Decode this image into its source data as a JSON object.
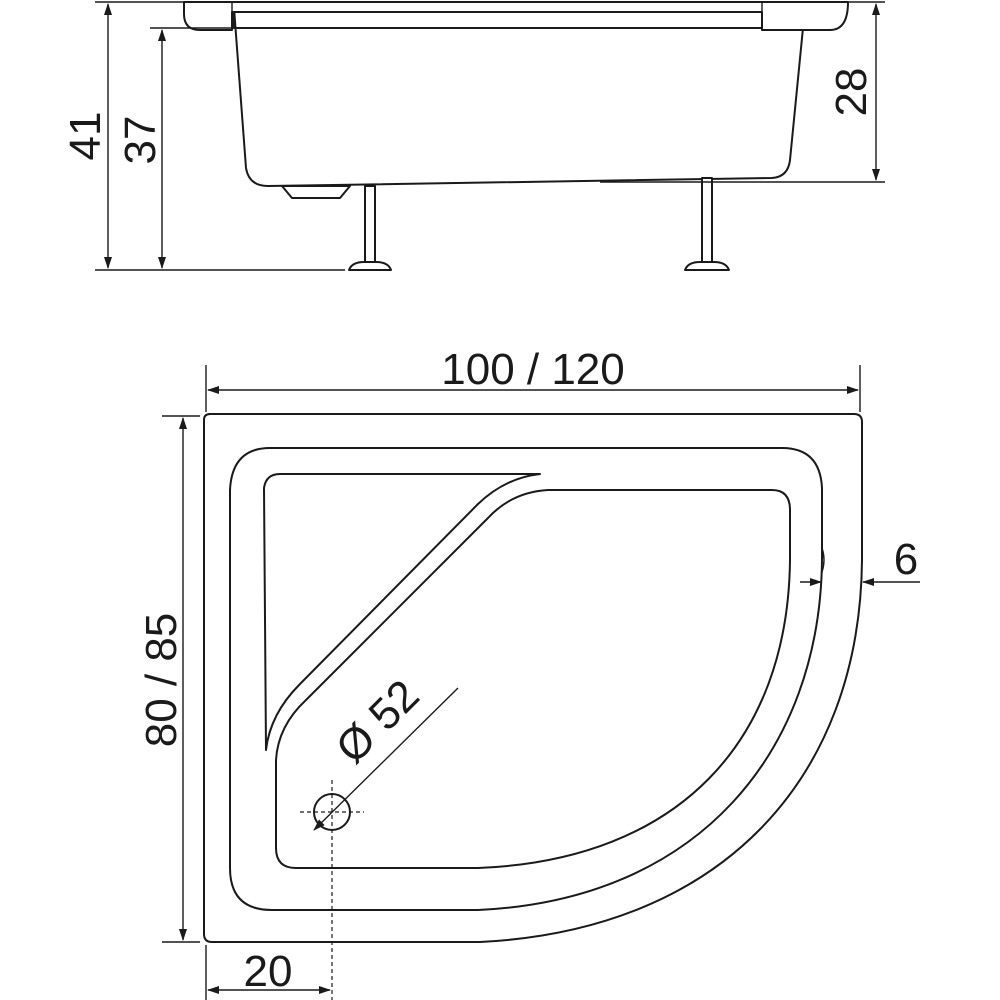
{
  "side_view": {
    "dim_total_height": "41",
    "dim_leg_height": "37",
    "dim_tray_height": "28"
  },
  "top_view": {
    "dim_width": "100 / 120",
    "dim_depth": "80 / 85",
    "dim_rim": "6",
    "dim_drain_diameter": "Ø 52",
    "dim_drain_offset": "20"
  }
}
